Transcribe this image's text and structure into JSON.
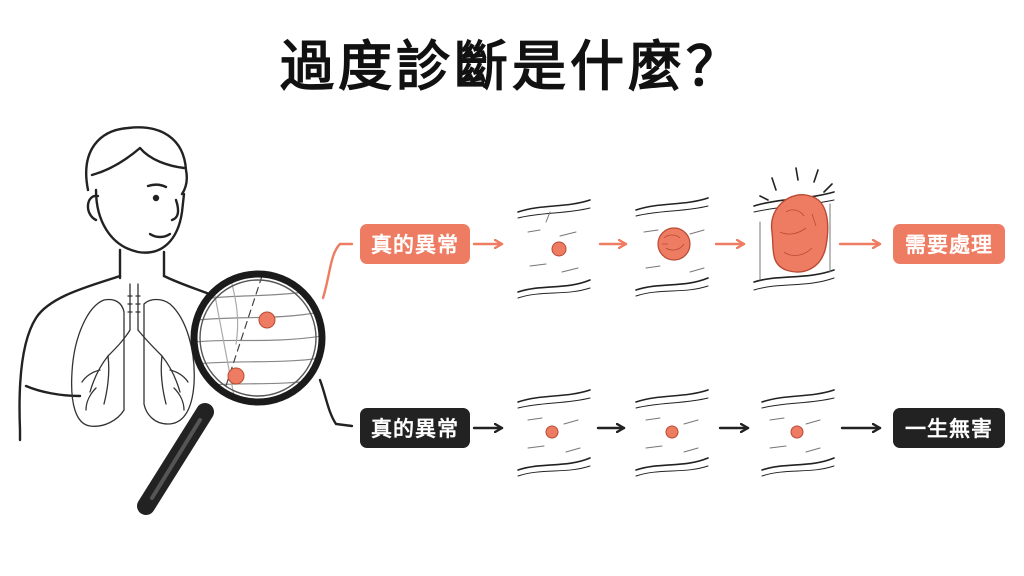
{
  "title": "過度診斷是什麼？",
  "paths": {
    "top": {
      "label": "真的異常",
      "outcome": "需要處理",
      "color": "#ee7c62",
      "stages": [
        "small-lesion",
        "growing-lesion",
        "large-tumor"
      ]
    },
    "bottom": {
      "label": "真的異常",
      "outcome": "一生無害",
      "color": "#222222",
      "stages": [
        "small-lesion",
        "small-lesion",
        "small-lesion"
      ]
    }
  },
  "colors": {
    "lesion": "#ee7c62",
    "ink": "#222222"
  }
}
